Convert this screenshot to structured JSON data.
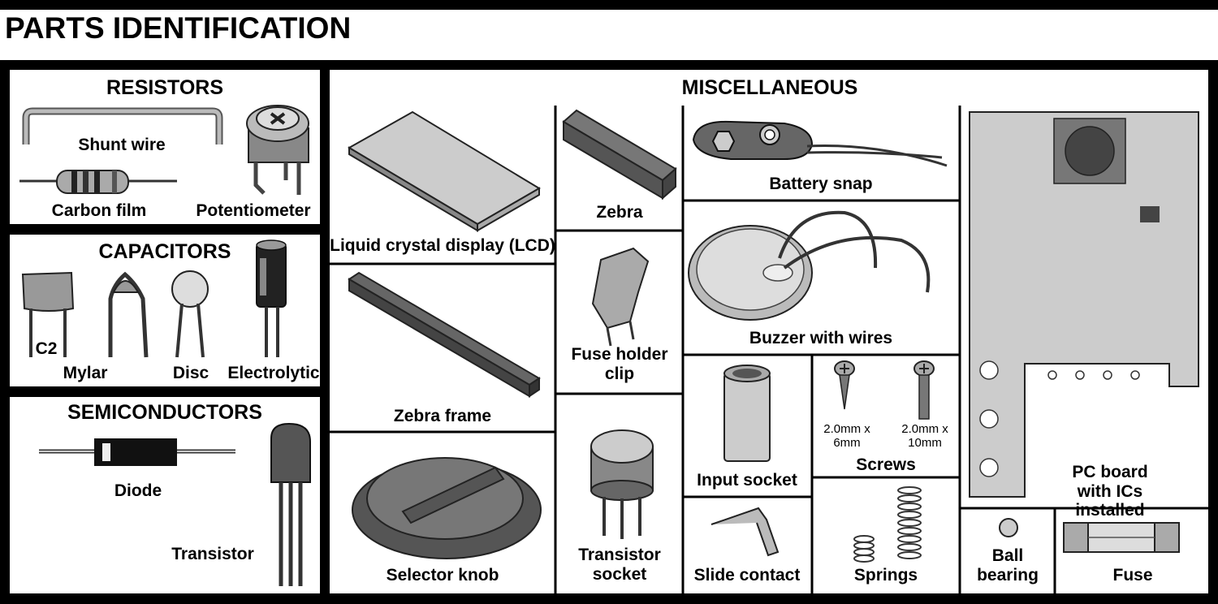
{
  "title": "PARTS IDENTIFICATION",
  "sections": {
    "resistors": "RESISTORS",
    "capacitors": "CAPACITORS",
    "semiconductors": "SEMICONDUCTORS",
    "miscellaneous": "MISCELLANEOUS"
  },
  "labels": {
    "shunt_wire": "Shunt wire",
    "carbon_film": "Carbon film",
    "potentiometer": "Potentiometer",
    "c2": "C2",
    "mylar": "Mylar",
    "disc": "Disc",
    "electrolytic": "Electrolytic",
    "diode": "Diode",
    "transistor": "Transistor",
    "lcd": "Liquid crystal display (LCD)",
    "zebra": "Zebra",
    "battery_snap": "Battery snap",
    "buzzer": "Buzzer with wires",
    "zebra_frame": "Zebra frame",
    "fuse_holder_line1": "Fuse holder",
    "fuse_holder_line2": "clip",
    "input_socket": "Input socket",
    "screw_small_line1": "2.0mm x",
    "screw_small_line2": "6mm",
    "screw_large_line1": "2.0mm x",
    "screw_large_line2": "10mm",
    "screws": "Screws",
    "pc_board_line1": "PC board",
    "pc_board_line2": "with ICs installed",
    "selector_knob": "Selector knob",
    "transistor_socket_line1": "Transistor",
    "transistor_socket_line2": "socket",
    "slide_contact": "Slide contact",
    "springs": "Springs",
    "ball_bearing_line1": "Ball",
    "ball_bearing_line2": "bearing",
    "fuse": "Fuse"
  }
}
